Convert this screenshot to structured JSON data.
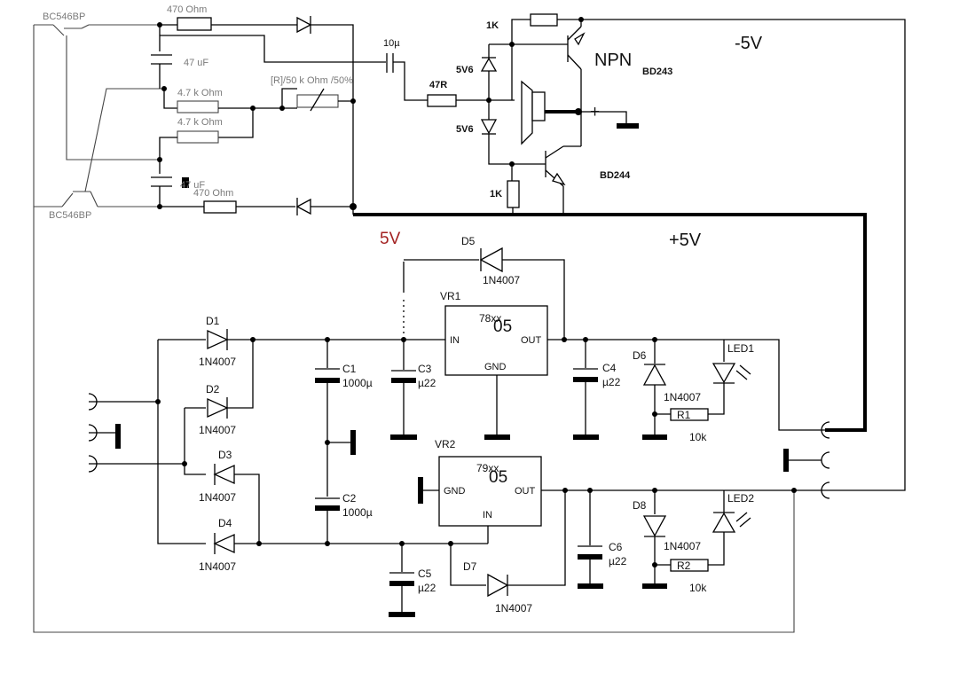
{
  "labels": {
    "q1": "BC546BP",
    "q2": "BC546BP",
    "r470_top": "470  Ohm",
    "r470_bot": "470  Ohm",
    "c47_top": "47 uF",
    "c47_bot": "47 uF",
    "r47k_a": "4.7 k Ohm",
    "r47k_b": "4.7 k Ohm",
    "pot": "[R]/50 k Ohm /50%",
    "cap10u": "10µ",
    "r1k_top": "1K",
    "r1k_bot": "1K",
    "z1": "5V6",
    "z2": "5V6",
    "r47r": "47R",
    "npn": "NPN",
    "bd243": "BD243",
    "bd244": "BD244",
    "minus5v": "-5V",
    "plus5v": "+5V",
    "red5v": "5V",
    "spk_plus": "+",
    "d1": "D1",
    "d1p": "1N4007",
    "d2": "D2",
    "d2p": "1N4007",
    "d3": "D3",
    "d3p": "1N4007",
    "d4": "D4",
    "d4p": "1N4007",
    "d5": "D5",
    "d5p": "1N4007",
    "d6": "D6",
    "d6p": "1N4007",
    "d7": "D7",
    "d7p": "1N4007",
    "d8": "D8",
    "d8p": "1N4007",
    "c1": "C1",
    "c1v": "1000µ",
    "c2": "C2",
    "c2v": "1000µ",
    "c3": "C3",
    "c3v": "µ22",
    "c4": "C4",
    "c4v": "µ22",
    "c5": "C5",
    "c5v": "µ22",
    "c6": "C6",
    "c6v": "µ22",
    "vr1": "VR1",
    "vr1_type": "78xx",
    "vr1_val": "05",
    "vr1_in": "IN",
    "vr1_out": "OUT",
    "vr1_gnd": "GND",
    "vr2": "VR2",
    "vr2_type": "79xx",
    "vr2_val": "05",
    "vr2_in": "IN",
    "vr2_out": "OUT",
    "vr2_gnd": "GND",
    "led1": "LED1",
    "led2": "LED2",
    "r1": "R1",
    "r1v": "10k",
    "r2": "R2",
    "r2v": "10k"
  },
  "colors": {
    "wire": "#000000",
    "grey_label": "#7a7a7a",
    "red_label": "#a32222"
  }
}
